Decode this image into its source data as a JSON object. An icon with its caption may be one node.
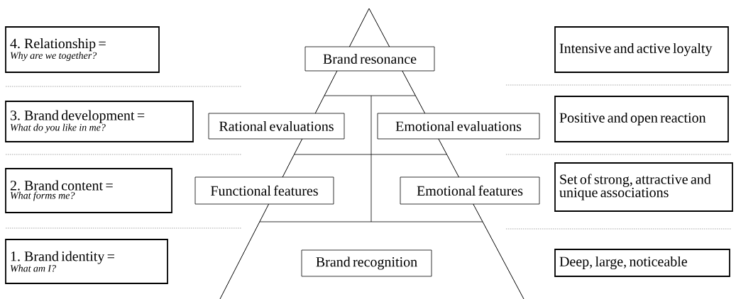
{
  "diagram": {
    "nodes": [
      {
        "text": [
          "4. Relationship =",
          "Why are we together?"
        ]
      },
      {
        "text": [
          "Brand resonance"
        ]
      },
      {
        "text": [
          "Intensive and active loyalty"
        ]
      },
      {
        "text": [
          "3. Brand development =",
          "What do you like in me?"
        ]
      },
      {
        "text": [
          "Rational evaluations"
        ]
      },
      {
        "text": [
          "Emotional evaluations"
        ]
      },
      {
        "text": [
          "Positive and open reaction"
        ]
      },
      {
        "text": [
          "2. Brand content =",
          "What forms me?"
        ]
      },
      {
        "text": [
          "Functional features"
        ]
      },
      {
        "text": [
          "Emotional features"
        ]
      },
      {
        "text": [
          "Set of strong, attractive and unique associations"
        ]
      },
      {
        "text": [
          "1. Brand identity =",
          "What am I?"
        ]
      },
      {
        "text": [
          "Brand recognition"
        ]
      },
      {
        "text": [
          "Deep, large, noticeable"
        ]
      }
    ]
  }
}
